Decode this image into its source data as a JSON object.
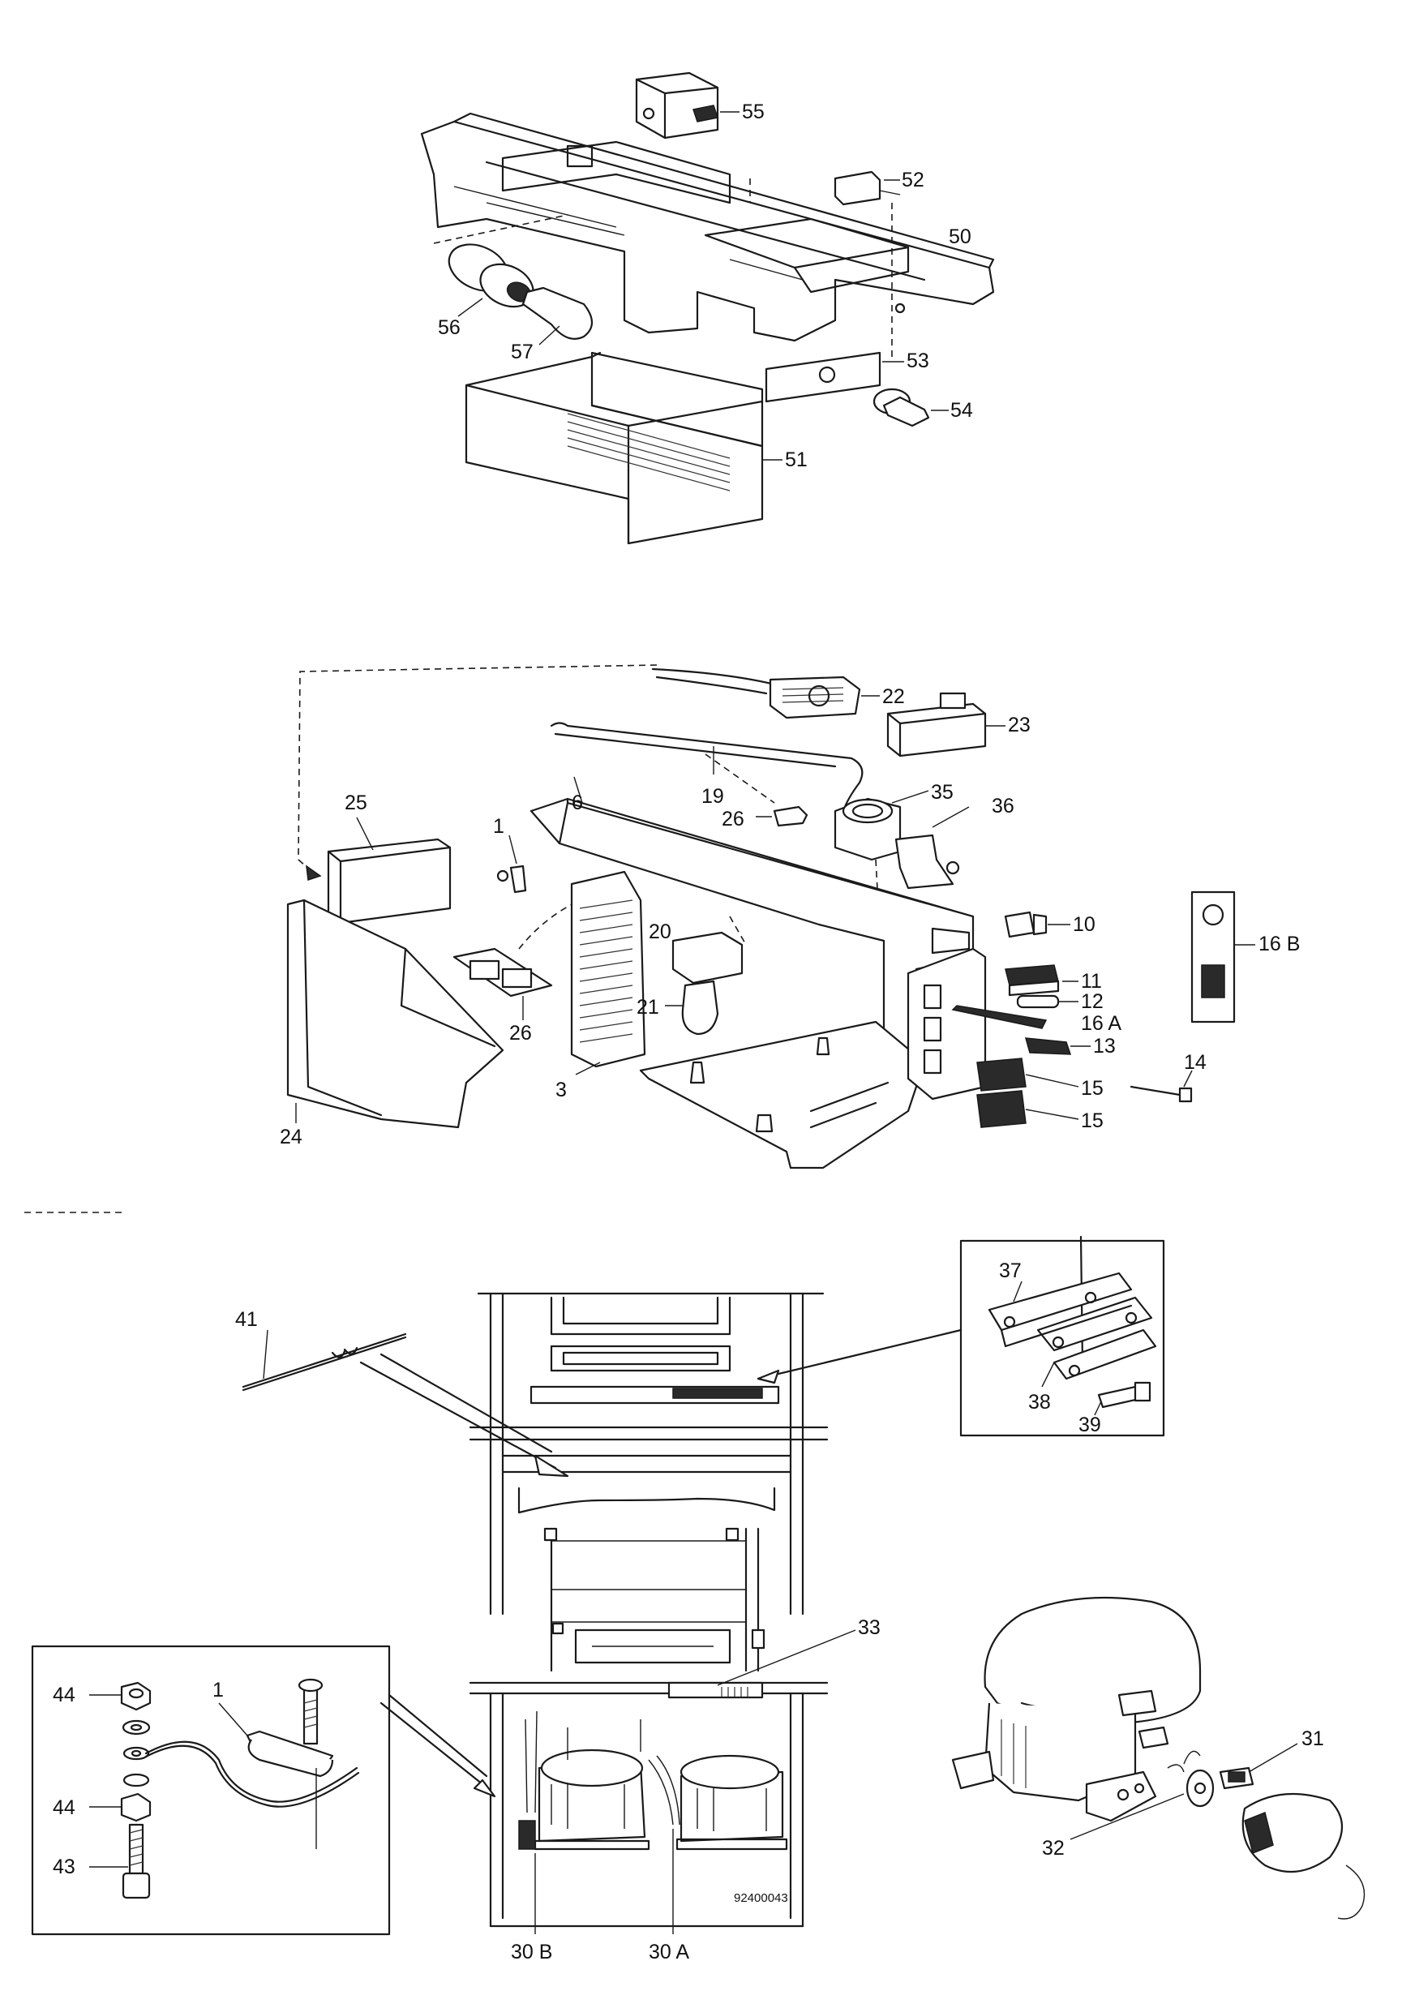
{
  "labels": {
    "p55": "55",
    "p52": "52",
    "p50": "50",
    "p56": "56",
    "p57": "57",
    "p53": "53",
    "p54": "54",
    "p51": "51",
    "p22": "22",
    "p23": "23",
    "p19": "19",
    "p25": "25",
    "p6": "6",
    "p1a": "1",
    "p26a": "26",
    "p35": "35",
    "p36": "36",
    "p10": "10",
    "p16b": "16 B",
    "p20": "20",
    "p11": "11",
    "p12": "12",
    "p21": "21",
    "p16a": "16 A",
    "p13": "13",
    "p14": "14",
    "p15a": "15",
    "p15b": "15",
    "p26b": "26",
    "p24": "24",
    "p3": "3",
    "p41": "41",
    "p37": "37",
    "p38": "38",
    "p39": "39",
    "p33": "33",
    "p44a": "44",
    "p1b": "1",
    "p44b": "44",
    "p43": "43",
    "p30b": "30 B",
    "p30a": "30 A",
    "p31": "31",
    "p32": "32"
  },
  "drawing_code": "92400043"
}
